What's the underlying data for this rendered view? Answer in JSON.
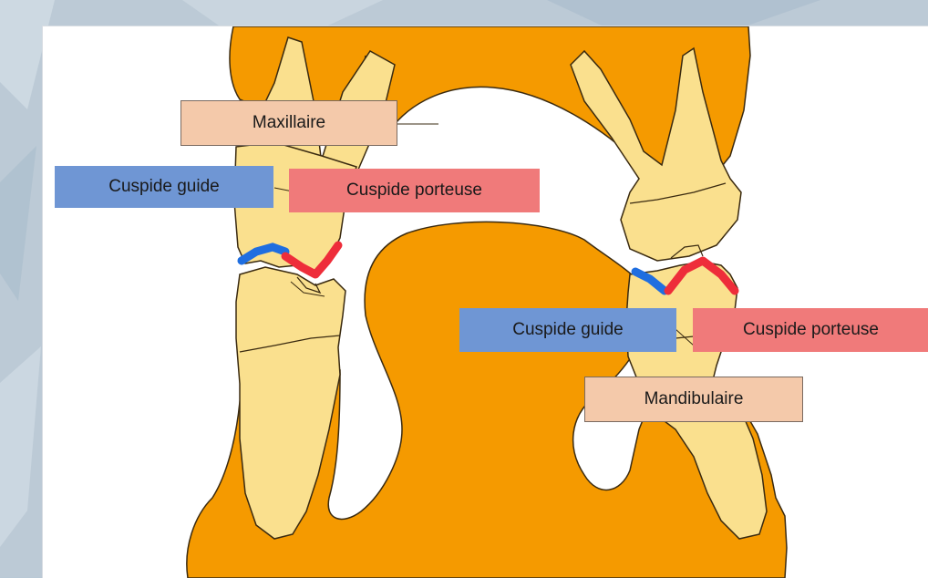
{
  "labels": {
    "maxillaire": "Maxillaire",
    "mandibulaire": "Mandibulaire",
    "left_guide": "Cuspide guide",
    "left_porteuse": "Cuspide porteuse",
    "right_guide": "Cuspide guide",
    "right_porteuse": "Cuspide porteuse"
  },
  "colors": {
    "bone": "#f59a00",
    "tooth": "#fae08e",
    "outline": "#3a2a10",
    "guide_cusp": "#1f6ee0",
    "bearing_cusp": "#ee2d3a",
    "guide_label_bg": "#6f96d4",
    "bearing_label_bg": "#f07a7a",
    "jaw_label_bg": "#f4c9aa"
  }
}
